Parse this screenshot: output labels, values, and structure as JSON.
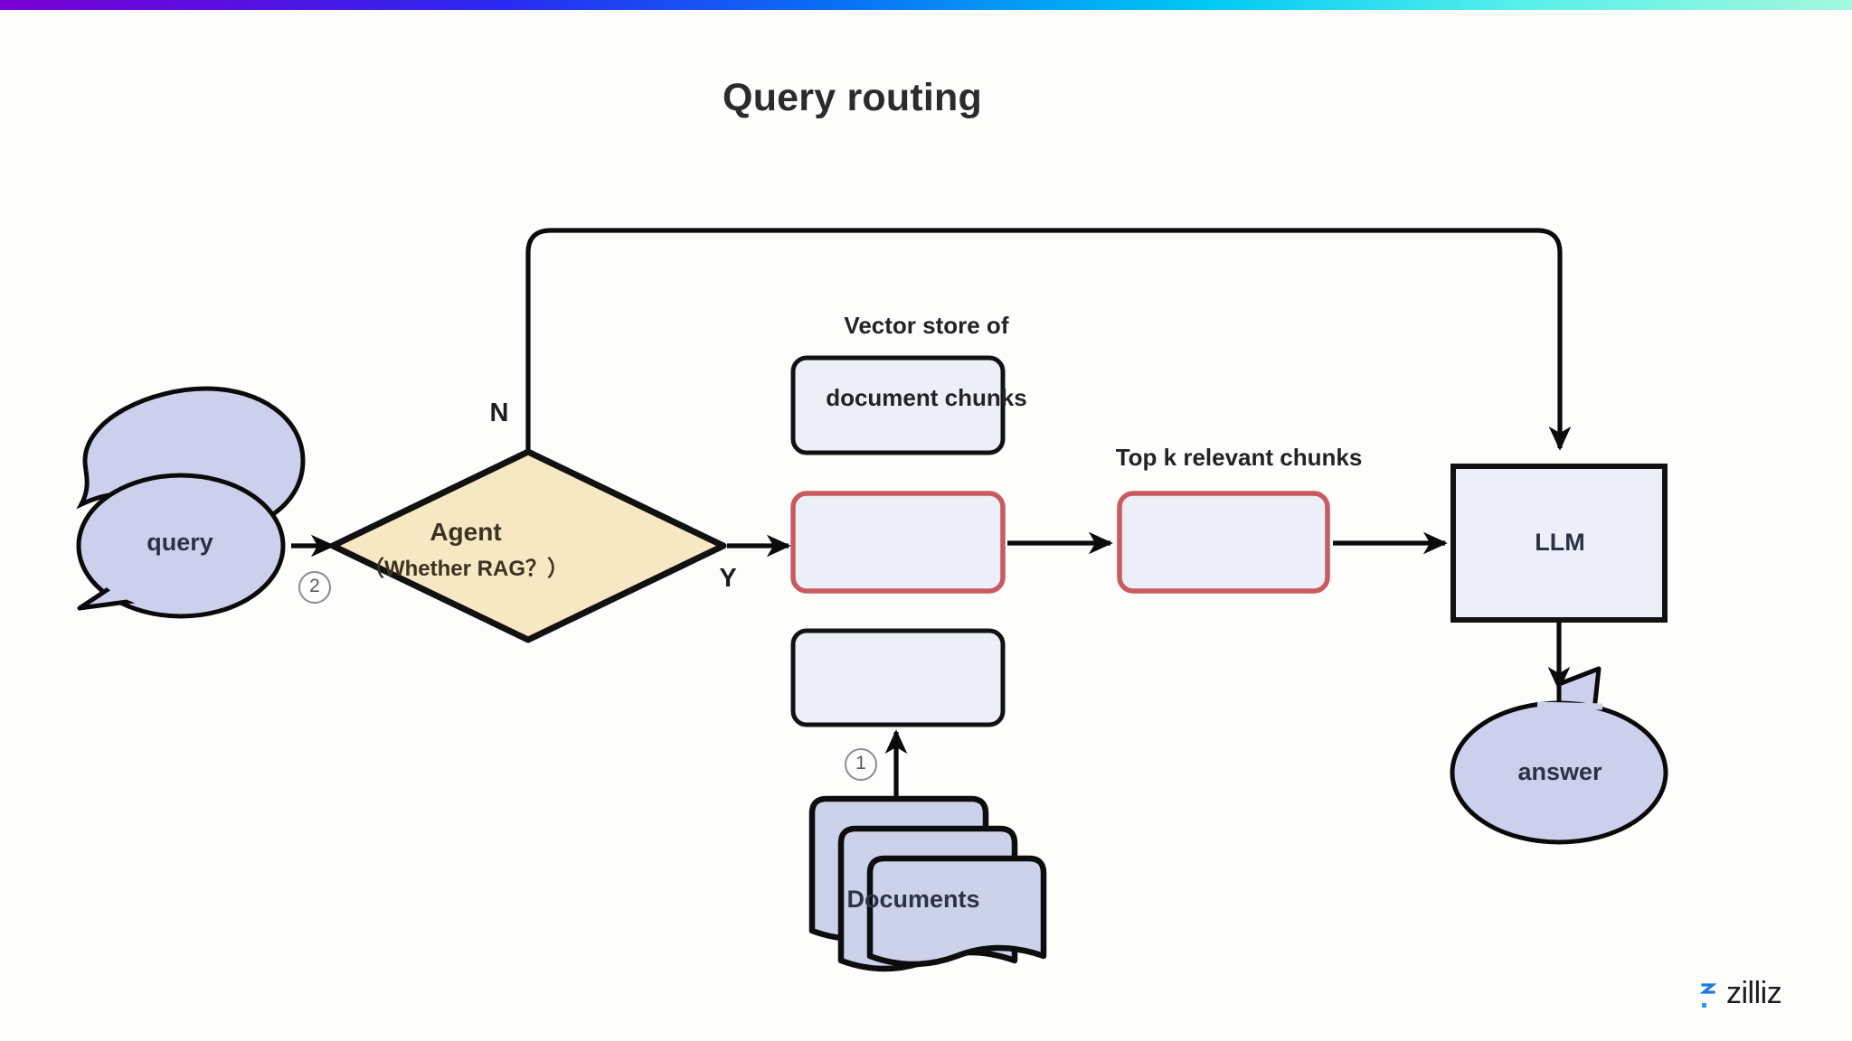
{
  "slide": {
    "title": "Query routing",
    "background_color": "#fdfdfb",
    "top_bar": {
      "gradient_from": "#7b00d4",
      "gradient_mid": "#0a6ef5",
      "gradient_to": "#a5f7dd"
    }
  },
  "diagram": {
    "type": "flowchart",
    "nodes": {
      "query": {
        "label": "query",
        "shape": "speech-bubble-ellipse",
        "fill": "#ccd0ec",
        "stroke": "#0a0a0a"
      },
      "agent": {
        "label_main": "Agent",
        "label_sub": "（Whether RAG？）",
        "shape": "diamond",
        "fill": "#f7e8c4",
        "stroke": "#111111"
      },
      "vector_store": {
        "caption_line1": "Vector store of",
        "caption_line2": "document chunks",
        "chunks": [
          {
            "id": "chunk-top",
            "highlighted": false,
            "fill": "#edeff8",
            "stroke": "#121212"
          },
          {
            "id": "chunk-middle",
            "highlighted": true,
            "fill": "#edeff8",
            "stroke": "#c85a60"
          },
          {
            "id": "chunk-bottom",
            "highlighted": false,
            "fill": "#edeff8",
            "stroke": "#121212"
          }
        ]
      },
      "topk": {
        "caption": "Top k relevant chunks",
        "fill": "#edeff8",
        "stroke": "#c85a60"
      },
      "llm": {
        "label": "LLM",
        "shape": "rectangle",
        "fill": "#edeff8",
        "stroke": "#111111"
      },
      "answer": {
        "label": "answer",
        "shape": "speech-bubble-ellipse",
        "fill": "#ccd0ec",
        "stroke": "#0a0a0a"
      },
      "documents": {
        "label": "Documents",
        "shape": "document-stack",
        "count": 3,
        "fill": "#ccd2ea",
        "stroke": "#0d0d0d"
      }
    },
    "edge_labels": {
      "branch_no": "N",
      "branch_yes": "Y",
      "step_one": "①",
      "step_two": "②"
    },
    "edges": [
      {
        "from": "query",
        "to": "agent",
        "label": "②"
      },
      {
        "from": "agent",
        "to": "llm",
        "label": "N",
        "style": "bypass-top"
      },
      {
        "from": "agent",
        "to": "vector_store",
        "label": "Y"
      },
      {
        "from": "vector_store",
        "to": "topk",
        "label": ""
      },
      {
        "from": "topk",
        "to": "llm",
        "label": ""
      },
      {
        "from": "llm",
        "to": "answer",
        "label": ""
      },
      {
        "from": "documents",
        "to": "vector_store",
        "label": "①"
      }
    ]
  },
  "branding": {
    "wordmark": "zilliz",
    "mark_color": "#1f7ae0"
  }
}
